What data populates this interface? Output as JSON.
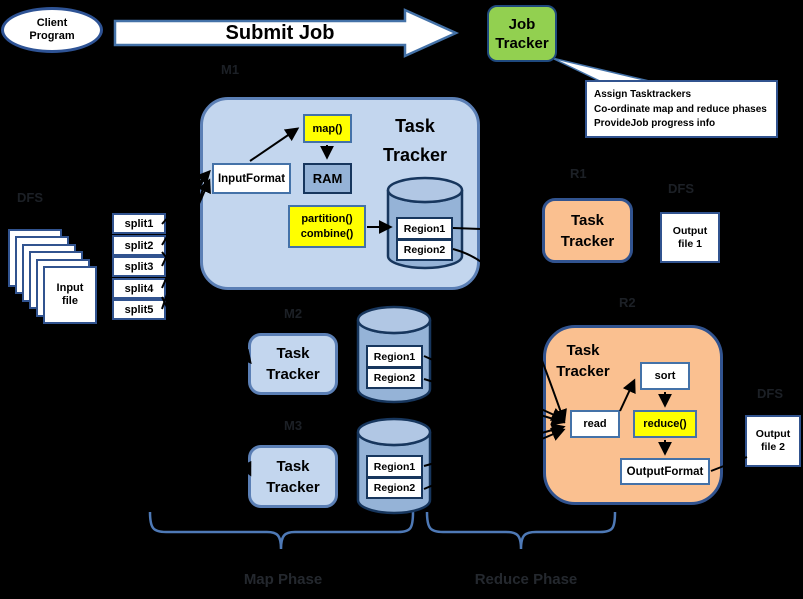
{
  "header": {
    "client_program": "Client Program",
    "submit_job": "Submit Job",
    "job_tracker": "Job Tracker",
    "job_tracker_notes": [
      "Assign Tasktrackers",
      "Co-ordinate map and reduce phases",
      "ProvideJob progress info"
    ]
  },
  "dfs": {
    "left_label": "DFS",
    "input_file": "Input file",
    "splits": [
      "split1",
      "split2",
      "split3",
      "split4",
      "split5"
    ],
    "mid_label": "DFS",
    "right_label": "DFS",
    "output_file_1": "Output file 1",
    "output_file_2": "Output file 2"
  },
  "map_phase": {
    "label": "Map Phase",
    "m1": {
      "tag": "M1",
      "title": "Task Tracker",
      "map_fn": "map()",
      "input_format": "InputFormat",
      "ram": "RAM",
      "partition": "partition()",
      "combine": "combine()",
      "regions": [
        "Region1",
        "Region2"
      ]
    },
    "m2": {
      "tag": "M2",
      "title": "Task Tracker",
      "regions": [
        "Region1",
        "Region2"
      ]
    },
    "m3": {
      "tag": "M3",
      "title": "Task Tracker",
      "regions": [
        "Region1",
        "Region2"
      ]
    }
  },
  "reduce_phase": {
    "label": "Reduce Phase",
    "r1": {
      "tag": "R1",
      "title": "Task Tracker"
    },
    "r2": {
      "tag": "R2",
      "title": "Task Tracker",
      "read": "read",
      "sort": "sort",
      "reduce_fn": "reduce()",
      "output_format": "OutputFormat"
    }
  },
  "colors": {
    "background": "#000000",
    "container_blue": "#c3d6ee",
    "medium_blue": "#95b3d7",
    "cylinder_top_blue": "#b1c7e4",
    "green": "#92d050",
    "orange": "#fac090",
    "yellow": "#ffff00",
    "border_navy": "#17365d",
    "border_blue": "#4472a8",
    "container_border_blue": "#5b7fb5",
    "dark_border_blue": "#31538f",
    "brace_blue": "#4e79b6",
    "connector_black": "#000000"
  }
}
